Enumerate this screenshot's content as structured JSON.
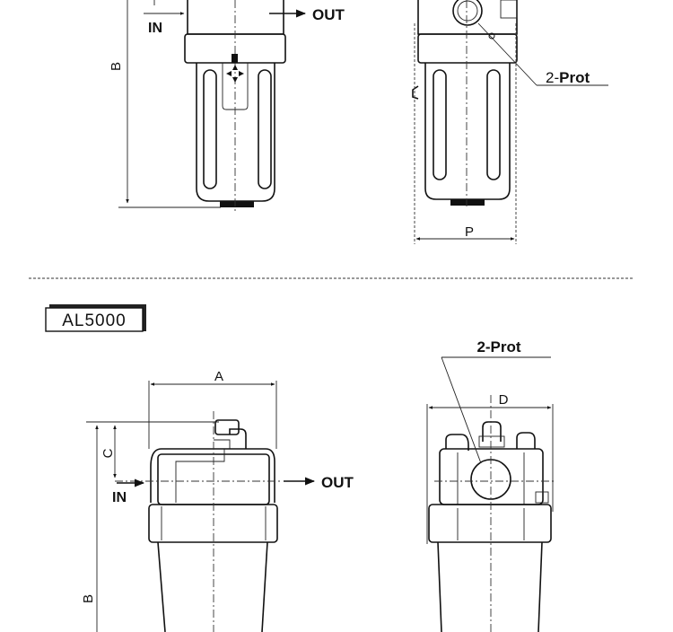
{
  "top": {
    "in_label": "IN",
    "out_label": "OUT",
    "dim_b": "B",
    "dim_p": "P",
    "port_label_prefix": "2-",
    "port_label_word": "Prot"
  },
  "model": {
    "name": "AL5000"
  },
  "bottom": {
    "dim_a": "A",
    "dim_c": "C",
    "dim_b": "B",
    "dim_d": "D",
    "in_label": "IN",
    "out_label": "OUT",
    "port_label": "2-Prot"
  }
}
